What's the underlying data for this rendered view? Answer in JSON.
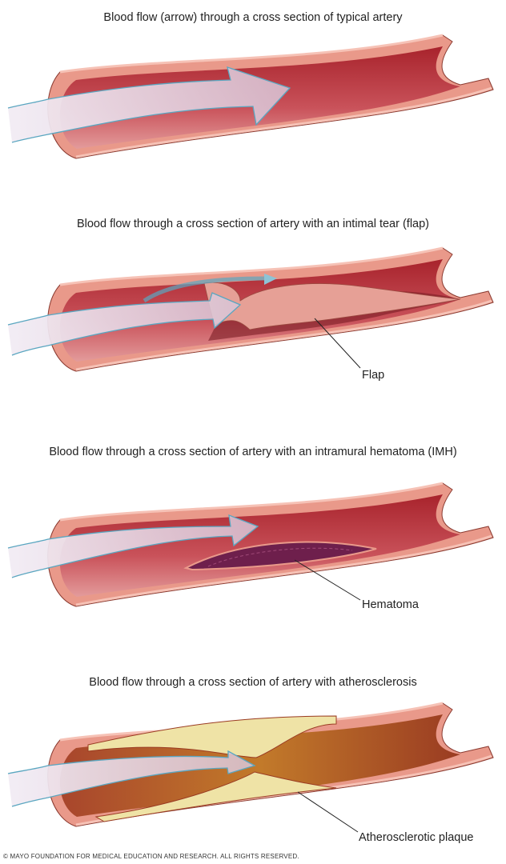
{
  "panels": [
    {
      "title": "Blood flow (arrow) through a cross section of typical artery"
    },
    {
      "title": "Blood flow through a cross section of artery with an intimal tear (flap)",
      "label": "Flap"
    },
    {
      "title": "Blood flow through a cross section of artery with an intramural hematoma (IMH)",
      "label": "Hematoma"
    },
    {
      "title": "Blood flow through a cross section of artery with atherosclerosis",
      "label": "Atherosclerotic plaque"
    }
  ],
  "copyright": "© MAYO FOUNDATION FOR MEDICAL EDUCATION AND RESEARCH. ALL RIGHTS RESERVED.",
  "colors": {
    "wall": "#e9998a",
    "lumen": "#b8333a",
    "arrow": "#e8dcec",
    "arrow_stroke": "#5aa6c0",
    "hematoma": "#6e1f4c",
    "plaque": "#efe3a6"
  }
}
